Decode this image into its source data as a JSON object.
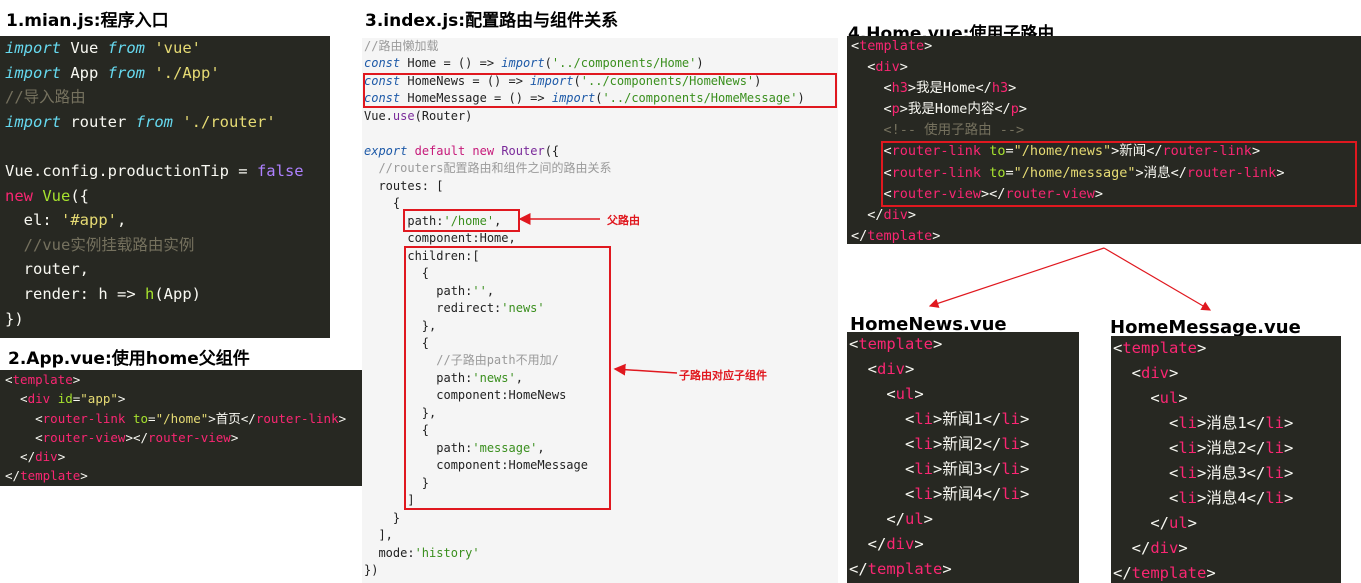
{
  "panel1": {
    "title": "1.mian.js:程序入口",
    "lines": [
      [
        [
          "import",
          "kw-i"
        ],
        [
          " Vue ",
          ""
        ],
        [
          "from",
          "kw-i"
        ],
        [
          " ",
          ""
        ],
        [
          "'vue'",
          "str"
        ]
      ],
      [
        [
          "import",
          "kw-i"
        ],
        [
          " App ",
          ""
        ],
        [
          "from",
          "kw-i"
        ],
        [
          " ",
          ""
        ],
        [
          "'./App'",
          "str"
        ]
      ],
      [
        [
          "//导入路由",
          "cm"
        ]
      ],
      [
        [
          "import",
          "kw-i"
        ],
        [
          " router ",
          ""
        ],
        [
          "from",
          "kw-i"
        ],
        [
          " ",
          ""
        ],
        [
          "'./router'",
          "str"
        ]
      ],
      [],
      [
        [
          "Vue.config.productionTip = ",
          ""
        ],
        [
          "false",
          "num"
        ]
      ],
      [
        [
          "new",
          "kw-p"
        ],
        [
          " ",
          ""
        ],
        [
          "Vue",
          "fn"
        ],
        [
          "({",
          ""
        ]
      ],
      [
        [
          "  el: ",
          ""
        ],
        [
          "'#app'",
          "str"
        ],
        [
          ",",
          ""
        ]
      ],
      [
        [
          "  //vue实例挂载路由实例",
          "cm"
        ]
      ],
      [
        [
          "  router,",
          ""
        ]
      ],
      [
        [
          "  render: h => ",
          ""
        ],
        [
          "h",
          "fn"
        ],
        [
          "(App)",
          ""
        ]
      ],
      [
        [
          "})",
          ""
        ]
      ]
    ]
  },
  "panel2": {
    "title": "2.App.vue:使用home父组件",
    "lines": [
      [
        [
          "<",
          ""
        ],
        [
          "template",
          "tag"
        ],
        [
          ">",
          ""
        ]
      ],
      [
        [
          "  <",
          ""
        ],
        [
          "div",
          "tag"
        ],
        [
          " ",
          ""
        ],
        [
          "id",
          "attr"
        ],
        [
          "=",
          ""
        ],
        [
          "\"app\"",
          "str"
        ],
        [
          ">",
          ""
        ]
      ],
      [
        [
          "    <",
          ""
        ],
        [
          "router-link",
          "tag"
        ],
        [
          " ",
          ""
        ],
        [
          "to",
          "attr"
        ],
        [
          "=",
          ""
        ],
        [
          "\"/home\"",
          "str"
        ],
        [
          ">首页</",
          ""
        ],
        [
          "router-link",
          "tag"
        ],
        [
          ">",
          ""
        ]
      ],
      [
        [
          "    <",
          ""
        ],
        [
          "router-view",
          "tag"
        ],
        [
          "></",
          ""
        ],
        [
          "router-view",
          "tag"
        ],
        [
          ">",
          ""
        ]
      ],
      [
        [
          "  </",
          ""
        ],
        [
          "div",
          "tag"
        ],
        [
          ">",
          ""
        ]
      ],
      [
        [
          "</",
          ""
        ],
        [
          "template",
          "tag"
        ],
        [
          ">",
          ""
        ]
      ]
    ]
  },
  "panel3": {
    "title": "3.index.js:配置路由与组件关系",
    "lines": [
      [
        [
          "//路由懒加载",
          "cm"
        ]
      ],
      [
        [
          "const",
          "kw-i"
        ],
        [
          " Home = () => ",
          ""
        ],
        [
          "import",
          "kw-i"
        ],
        [
          "(",
          ""
        ],
        [
          "'../components/Home'",
          "str"
        ],
        [
          ")",
          ""
        ]
      ],
      [
        [
          "const",
          "kw-i"
        ],
        [
          " HomeNews = () => ",
          ""
        ],
        [
          "import",
          "kw-i"
        ],
        [
          "(",
          ""
        ],
        [
          "'../components/HomeNews'",
          "str"
        ],
        [
          ")",
          ""
        ]
      ],
      [
        [
          "const",
          "kw-i"
        ],
        [
          " HomeMessage = () => ",
          ""
        ],
        [
          "import",
          "kw-i"
        ],
        [
          "(",
          ""
        ],
        [
          "'../components/HomeMessage'",
          "str"
        ],
        [
          ")",
          ""
        ]
      ],
      [
        [
          "Vue.",
          ""
        ],
        [
          "use",
          "fn"
        ],
        [
          "(Router)",
          ""
        ]
      ],
      [],
      [
        [
          "export",
          "kw-i"
        ],
        [
          " ",
          ""
        ],
        [
          "default",
          "kw-p"
        ],
        [
          " ",
          ""
        ],
        [
          "new",
          "kw-p"
        ],
        [
          " ",
          ""
        ],
        [
          "Router",
          "fn"
        ],
        [
          "({",
          ""
        ]
      ],
      [
        [
          "  //routers配置路由和组件之间的路由关系",
          "cm"
        ]
      ],
      [
        [
          "  routes: [",
          ""
        ]
      ],
      [
        [
          "    {",
          ""
        ]
      ],
      [
        [
          "      path:",
          ""
        ],
        [
          "'/home'",
          "str"
        ],
        [
          ",",
          ""
        ]
      ],
      [
        [
          "      component:Home,",
          ""
        ]
      ],
      [
        [
          "      children:[",
          ""
        ]
      ],
      [
        [
          "        {",
          ""
        ]
      ],
      [
        [
          "          path:",
          ""
        ],
        [
          "''",
          "str"
        ],
        [
          ",",
          ""
        ]
      ],
      [
        [
          "          redirect:",
          ""
        ],
        [
          "'news'",
          "str"
        ]
      ],
      [
        [
          "        },",
          ""
        ]
      ],
      [
        [
          "        {",
          ""
        ]
      ],
      [
        [
          "          //子路由path不用加/",
          "cm"
        ]
      ],
      [
        [
          "          path:",
          ""
        ],
        [
          "'news'",
          "str"
        ],
        [
          ",",
          ""
        ]
      ],
      [
        [
          "          component:HomeNews",
          ""
        ]
      ],
      [
        [
          "        },",
          ""
        ]
      ],
      [
        [
          "        {",
          ""
        ]
      ],
      [
        [
          "          path:",
          ""
        ],
        [
          "'message'",
          "str"
        ],
        [
          ",",
          ""
        ]
      ],
      [
        [
          "          component:HomeMessage",
          ""
        ]
      ],
      [
        [
          "        }",
          ""
        ]
      ],
      [
        [
          "      ]",
          ""
        ]
      ],
      [
        [
          "    }",
          ""
        ]
      ],
      [
        [
          "  ],",
          ""
        ]
      ],
      [
        [
          "  mode:",
          ""
        ],
        [
          "'history'",
          "str"
        ]
      ],
      [
        [
          "})",
          ""
        ]
      ]
    ],
    "annotation_parent": "父路由",
    "annotation_children": "子路由对应子组件"
  },
  "panel4": {
    "title": "4.Home.vue:使用子路由",
    "lines": [
      [
        [
          "<",
          ""
        ],
        [
          "template",
          "tag"
        ],
        [
          ">",
          ""
        ]
      ],
      [
        [
          "  <",
          ""
        ],
        [
          "div",
          "tag"
        ],
        [
          ">",
          ""
        ]
      ],
      [
        [
          "    <",
          ""
        ],
        [
          "h3",
          "tag"
        ],
        [
          ">我是Home</",
          ""
        ],
        [
          "h3",
          "tag"
        ],
        [
          ">",
          ""
        ]
      ],
      [
        [
          "    <",
          ""
        ],
        [
          "p",
          "tag"
        ],
        [
          ">我是Home内容</",
          ""
        ],
        [
          "p",
          "tag"
        ],
        [
          ">",
          ""
        ]
      ],
      [
        [
          "    <!-- 使用子路由 -->",
          "cm"
        ]
      ],
      [
        [
          "    <",
          ""
        ],
        [
          "router-link",
          "tag"
        ],
        [
          " ",
          ""
        ],
        [
          "to",
          "attr"
        ],
        [
          "=",
          ""
        ],
        [
          "\"/home/news\"",
          "str"
        ],
        [
          ">新闻</",
          ""
        ],
        [
          "router-link",
          "tag"
        ],
        [
          ">",
          ""
        ]
      ],
      [
        [
          "    <",
          ""
        ],
        [
          "router-link",
          "tag"
        ],
        [
          " ",
          ""
        ],
        [
          "to",
          "attr"
        ],
        [
          "=",
          ""
        ],
        [
          "\"/home/message\"",
          "str"
        ],
        [
          ">消息</",
          ""
        ],
        [
          "router-link",
          "tag"
        ],
        [
          ">",
          ""
        ]
      ],
      [
        [
          "    <",
          ""
        ],
        [
          "router-view",
          "tag"
        ],
        [
          "></",
          ""
        ],
        [
          "router-view",
          "tag"
        ],
        [
          ">",
          ""
        ]
      ],
      [
        [
          "  </",
          ""
        ],
        [
          "div",
          "tag"
        ],
        [
          ">",
          ""
        ]
      ],
      [
        [
          "</",
          ""
        ],
        [
          "template",
          "tag"
        ],
        [
          ">",
          ""
        ]
      ]
    ]
  },
  "panel5": {
    "title": "HomeNews.vue",
    "lines": [
      [
        [
          "<",
          ""
        ],
        [
          "template",
          "tag"
        ],
        [
          ">",
          ""
        ]
      ],
      [
        [
          "  <",
          ""
        ],
        [
          "div",
          "tag"
        ],
        [
          ">",
          ""
        ]
      ],
      [
        [
          "    <",
          ""
        ],
        [
          "ul",
          "tag"
        ],
        [
          ">",
          ""
        ]
      ],
      [
        [
          "      <",
          ""
        ],
        [
          "li",
          "tag"
        ],
        [
          ">新闻1</",
          ""
        ],
        [
          "li",
          "tag"
        ],
        [
          ">",
          ""
        ]
      ],
      [
        [
          "      <",
          ""
        ],
        [
          "li",
          "tag"
        ],
        [
          ">新闻2</",
          ""
        ],
        [
          "li",
          "tag"
        ],
        [
          ">",
          ""
        ]
      ],
      [
        [
          "      <",
          ""
        ],
        [
          "li",
          "tag"
        ],
        [
          ">新闻3</",
          ""
        ],
        [
          "li",
          "tag"
        ],
        [
          ">",
          ""
        ]
      ],
      [
        [
          "      <",
          ""
        ],
        [
          "li",
          "tag"
        ],
        [
          ">新闻4</",
          ""
        ],
        [
          "li",
          "tag"
        ],
        [
          ">",
          ""
        ]
      ],
      [
        [
          "    </",
          ""
        ],
        [
          "ul",
          "tag"
        ],
        [
          ">",
          ""
        ]
      ],
      [
        [
          "  </",
          ""
        ],
        [
          "div",
          "tag"
        ],
        [
          ">",
          ""
        ]
      ],
      [
        [
          "</",
          ""
        ],
        [
          "template",
          "tag"
        ],
        [
          ">",
          ""
        ]
      ]
    ]
  },
  "panel6": {
    "title": "HomeMessage.vue",
    "lines": [
      [
        [
          "<",
          ""
        ],
        [
          "template",
          "tag"
        ],
        [
          ">",
          ""
        ]
      ],
      [
        [
          "  <",
          ""
        ],
        [
          "div",
          "tag"
        ],
        [
          ">",
          ""
        ]
      ],
      [
        [
          "    <",
          ""
        ],
        [
          "ul",
          "tag"
        ],
        [
          ">",
          ""
        ]
      ],
      [
        [
          "      <",
          ""
        ],
        [
          "li",
          "tag"
        ],
        [
          ">消息1</",
          ""
        ],
        [
          "li",
          "tag"
        ],
        [
          ">",
          ""
        ]
      ],
      [
        [
          "      <",
          ""
        ],
        [
          "li",
          "tag"
        ],
        [
          ">消息2</",
          ""
        ],
        [
          "li",
          "tag"
        ],
        [
          ">",
          ""
        ]
      ],
      [
        [
          "      <",
          ""
        ],
        [
          "li",
          "tag"
        ],
        [
          ">消息3</",
          ""
        ],
        [
          "li",
          "tag"
        ],
        [
          ">",
          ""
        ]
      ],
      [
        [
          "      <",
          ""
        ],
        [
          "li",
          "tag"
        ],
        [
          ">消息4</",
          ""
        ],
        [
          "li",
          "tag"
        ],
        [
          ">",
          ""
        ]
      ],
      [
        [
          "    </",
          ""
        ],
        [
          "ul",
          "tag"
        ],
        [
          ">",
          ""
        ]
      ],
      [
        [
          "  </",
          ""
        ],
        [
          "div",
          "tag"
        ],
        [
          ">",
          ""
        ]
      ],
      [
        [
          "</",
          ""
        ],
        [
          "template",
          "tag"
        ],
        [
          ">",
          ""
        ]
      ]
    ]
  },
  "colors": {
    "highlight": "#e0181f",
    "editor_dark": "#272822",
    "editor_light": "#f5f5f5"
  }
}
